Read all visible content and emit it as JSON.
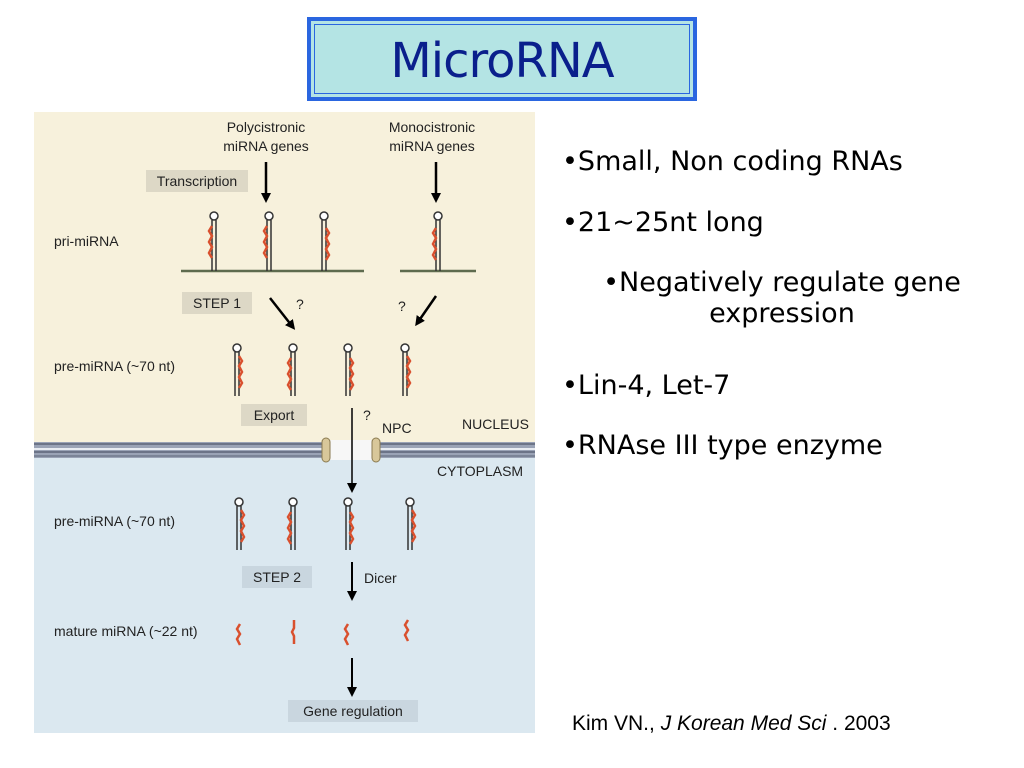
{
  "slide": {
    "title": "MicroRNA"
  },
  "figure": {
    "polycistronic_label_1": "Polycistronic",
    "polycistronic_label_2": "miRNA genes",
    "monocistronic_label_1": "Monocistronic",
    "monocistronic_label_2": "miRNA genes",
    "transcription": "Transcription",
    "pri_mirna": "pri-miRNA",
    "step1": "STEP 1",
    "question_1": "?",
    "question_2": "?",
    "pre_mirna_nucleus": "pre-miRNA (~70 nt)",
    "export": "Export",
    "question_3": "?",
    "npc": "NPC",
    "nucleus": "NUCLEUS",
    "cytoplasm": "CYTOPLASM",
    "pre_mirna_cytoplasm": "pre-miRNA (~70 nt)",
    "step2": "STEP 2",
    "dicer": "Dicer",
    "mature_mirna": "mature miRNA (~22 nt)",
    "gene_regulation": "Gene regulation",
    "colors": {
      "nucleus_bg": "#f7f1dc",
      "cytoplasm_bg": "#dbe8f0",
      "rna": "#d9502e",
      "membrane": "#8a93a8"
    }
  },
  "bullets": [
    "•Small, Non coding RNAs",
    "•21~25nt long",
    "•Negatively regulate gene expression",
    "•Lin-4, Let-7",
    "•RNAse III type enzyme"
  ],
  "citation": {
    "authors": "Kim VN.,",
    "journal": "J Korean Med Sci",
    "year": ". 2003"
  }
}
